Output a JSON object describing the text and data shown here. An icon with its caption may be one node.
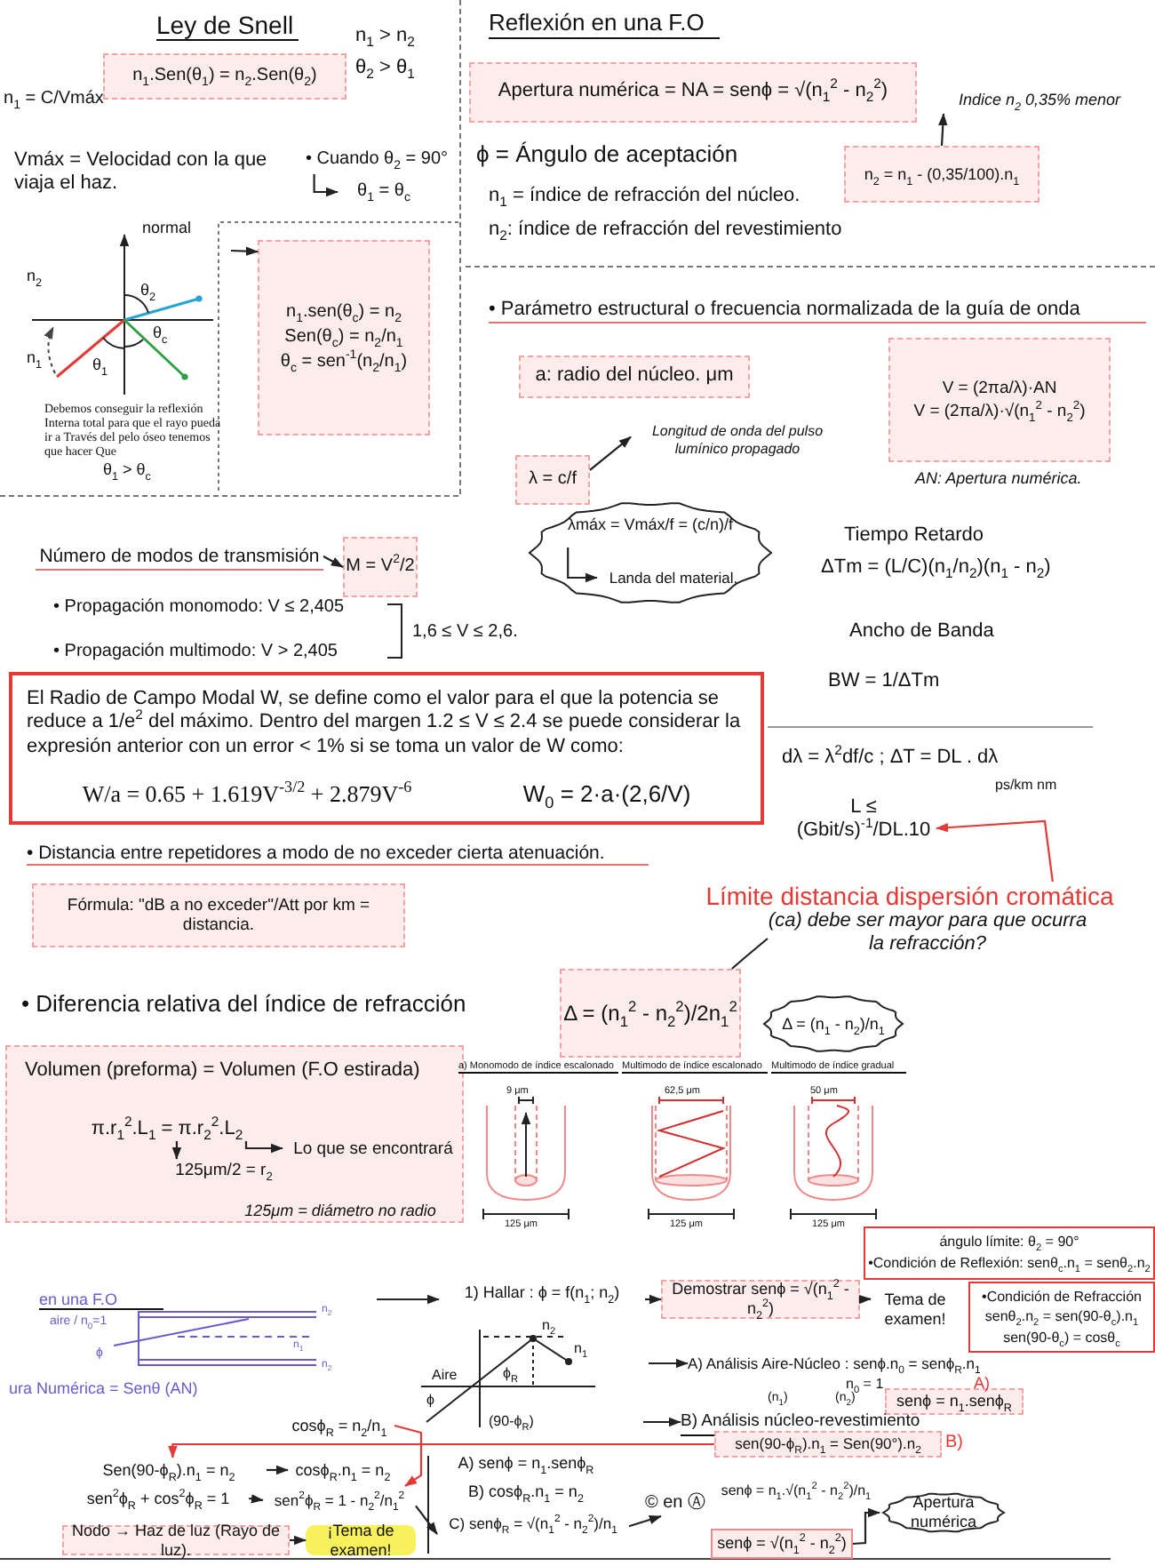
{
  "diagram": {
    "nodes": [
      {
        "text": [
          "n$_{1}$.Sen(θ$_{1}$) = n$_{2}$.Sen(θ$_{2}$)"
        ]
      },
      {
        "text": [
          "n$_{1}$.sen(θ$_{c}$) = n$_{2}$",
          "Sen(θ$_{c}$) = n$_{2}$/n$_{1}$",
          "θ$_{c}$ = sen$^{-1}$(n$_{2}$/n$_{1}$)"
        ]
      },
      {
        "text": [
          "Apertura numérica = NA = senϕ = √(n$_{1}$$^{2}$ - n$_{2}$$^{2}$)"
        ]
      },
      {
        "text": [
          "n$_{2}$ = n$_{1}$ - (0,35/100).n$_{1}$"
        ]
      },
      {
        "text": [
          "Indice n$_{2}$ 0,35% menor"
        ]
      },
      {
        "text": [
          "a: radio del núcleo. μm"
        ]
      },
      {
        "text": [
          "V = (2πa/λ)·AN",
          "V = (2πa/λ)·√(n$_{1}$$^{2}$ - n$_{2}$$^{2}$)"
        ]
      },
      {
        "text": [
          "λ = c/f"
        ]
      },
      {
        "text": [
          "Longitud de onda del pulso lumínico propagado"
        ]
      },
      {
        "text": [],
        "shape": "cloud"
      },
      {
        "text": [
          "λmáx = Vmáx/f = (c/n)/f"
        ],
        "in": 9
      },
      {
        "text": [
          "Landa del material."
        ],
        "in": 9
      },
      {
        "text": [
          "Número de modos de transmisión"
        ]
      },
      {
        "text": [
          "M = V$^{2}$/2"
        ]
      },
      {
        "text": [
          "El Radio de Campo Modal W, se define como el valor para el que la potencia se reduce a 1/e$^{2}$ del máximo. Dentro del margen 1.2 ≤ V ≤ 2.4 se puede considerar la expresión anterior con un error < 1% si se toma un valor de W como:",
          "W/a = 0.65 + 1.619V$^{-3/2}$ + 2.879V$^{-6}$",
          "W$_{0}$ = 2·a·(2,6/V)"
        ]
      },
      {
        "text": [
          "Fórmula: \"dB a no exceder\"/Att por km = distancia."
        ]
      },
      {
        "text": [
          "Δ = (n$_{1}$$^{2}$ - n$_{2}$$^{2}$)/2n$_{1}$$^{2}$"
        ]
      },
      {
        "text": [
          "Δ = (n$_{1}$ - n$_{2}$)/n$_{1}$"
        ]
      },
      {
        "text": [
          "(ca) debe ser mayor para que ocurra la refracción?"
        ]
      },
      {
        "text": [
          "Volumen (preforma) = Volumen (F.O estirada)"
        ]
      },
      {
        "text": [
          "π.r$_{1}$$^{2}$.L$_{1}$ = π.r$_{2}$$^{2}$.L$_{2}$"
        ],
        "in": 19
      },
      {
        "text": [
          "Lo que se encontrará"
        ],
        "in": 19
      },
      {
        "text": [
          "125μm/2 = r$_{2}$"
        ],
        "in": 19
      },
      {
        "text": [
          "125μm = diámetro no radio"
        ],
        "in": 19
      },
      {
        "text": [
          "1) Hallar : ϕ = f(n$_{1}$; n$_{2}$)"
        ]
      },
      {
        "text": [
          "Demostrar senϕ = √(n$_{1}$$^{2}$ - n$_{2}$$^{2}$)"
        ]
      },
      {
        "text": [
          "Tema de examen!"
        ]
      },
      {
        "text": [
          "ángulo límite: θ$_{2}$ = 90°",
          "•Condición de Reflexión: senθ$_{c}$.n$_{1}$ = senθ$_{2}$.n$_{2}$"
        ]
      },
      {
        "text": [
          "•Condición de Refracción",
          "senθ$_{2}$.n$_{2}$ = sen(90-θ$_{c}$).n$_{1}$",
          "sen(90-θ$_{c}$) = cosθ$_{c}$"
        ]
      },
      {
        "text": [
          "A) Análisis Aire-Núcleo : senϕ.n$_{0}$ = senϕ$_{R}$.n$_{1}$"
        ]
      },
      {
        "text": [
          "senϕ = n$_{1}$.senϕ$_{R}$"
        ]
      },
      {
        "text": [
          "B) Análisis núcleo-revestimiento"
        ]
      },
      {
        "text": [
          "sen(90-ϕ$_{R}$).n$_{1}$ = Sen(90°).n$_{2}$"
        ]
      },
      {
        "text": [
          "Sen(90-ϕ$_{R}$).n$_{1}$ = n$_{2}$"
        ]
      },
      {
        "text": [
          "cosϕ$_{R}$.n$_{1}$ = n$_{2}$"
        ]
      },
      {
        "text": [
          "cosϕ$_{R}$ = n$_{2}$/n$_{1}$"
        ]
      },
      {
        "text": [
          "sen$^{2}$ϕ$_{R}$ + cos$^{2}$ϕ$_{R}$ = 1"
        ]
      },
      {
        "text": [
          "sen$^{2}$ϕ$_{R}$ = 1 - n$_{2}$$^{2}$/n$_{1}$$^{2}$"
        ]
      },
      {
        "text": [
          "Nodo → Haz de luz (Rayo de luz)."
        ]
      },
      {
        "text": [
          "¡Tema de examen!"
        ]
      },
      {
        "text": [
          "A) senϕ = n$_{1}$.senϕ$_{R}$"
        ]
      },
      {
        "text": [
          "B) cosϕ$_{R}$.n$_{1}$ = n$_{2}$"
        ]
      },
      {
        "text": [
          "C) senϕ$_{R}$ = √(n$_{1}$$^{2}$ - n$_{2}$$^{2}$)/n$_{1}$"
        ]
      },
      {
        "text": [
          "© en Ⓐ"
        ]
      },
      {
        "text": [
          "senϕ = n$_{1}$.√(n$_{1}$$^{2}$ - n$_{2}$$^{2}$)/n$_{1}$"
        ]
      },
      {
        "text": [
          "senϕ = √(n$_{1}$$^{2}$ - n$_{2}$$^{2}$)"
        ]
      },
      {
        "text": [
          "Apertura numérica"
        ]
      },
      {
        "text": [
          "Límite distancia dispersión cromática"
        ]
      },
      {
        "text": [
          "L ≤ (Gbit/s)$^{-1}$/DL.10"
        ]
      },
      {
        "text": [
          "• Cuando θ$_{2}$ = 90°"
        ]
      },
      {
        "text": [
          "θ$_{1}$ = θ$_{c}$"
        ]
      }
    ],
    "edges": [
      {
        "from": null,
        "to": 1,
        "arrow": "to"
      },
      {
        "from": 3,
        "to": 4,
        "arrow": "to"
      },
      {
        "from": 7,
        "to": 8,
        "arrow": "to"
      },
      {
        "from": 10,
        "to": 11,
        "arrow": "to"
      },
      {
        "from": 12,
        "to": 13,
        "arrow": "to"
      },
      {
        "from": 20,
        "to": 21,
        "arrow": "to"
      },
      {
        "from": 20,
        "to": 22,
        "arrow": "to"
      },
      {
        "from": null,
        "to": 24,
        "arrow": "to"
      },
      {
        "from": 24,
        "to": 25,
        "arrow": "to"
      },
      {
        "from": 25,
        "to": 26,
        "arrow": "to"
      },
      {
        "from": null,
        "to": 29,
        "arrow": "to"
      },
      {
        "from": null,
        "to": 31,
        "arrow": "to"
      },
      {
        "from": 32,
        "to": 33,
        "arrow": "to",
        "color": "#e53935"
      },
      {
        "from": 33,
        "to": 34,
        "arrow": "to"
      },
      {
        "from": 35,
        "to": 37,
        "arrow": "to",
        "color": "#e53935"
      },
      {
        "from": 36,
        "to": 37,
        "arrow": "to"
      },
      {
        "from": 38,
        "to": 39,
        "arrow": "to"
      },
      {
        "from": 37,
        "to": 42,
        "arrow": "to"
      },
      {
        "from": 42,
        "to": 43,
        "arrow": "to"
      },
      {
        "from": 45,
        "to": 46,
        "arrow": "to"
      },
      {
        "from": 47,
        "to": 48,
        "arrow": "to",
        "color": "#e53935"
      },
      {
        "from": 18,
        "to": 16,
        "arrow": "none"
      },
      {
        "from": 49,
        "to": 50,
        "arrow": "to"
      }
    ],
    "labels": [
      "Ley de Snell",
      "n$_{1}$ > n$_{2}$",
      "θ$_{2}$ > θ$_{1}$",
      "n$_{1}$ = C/Vmáx",
      "Vmáx = Velocidad con la que viaja el haz.",
      "normal",
      "n$_{2}$",
      "n$_{1}$",
      "θ$_{2}$",
      "θ$_{c}$",
      "θ$_{1}$",
      "Debemos conseguir la reflexión Interna total para que el rayo pueda ir a Través del pelo óseo tenemos que hacer Que",
      "θ$_{1}$ > θ$_{c}$",
      "Reflexión en una F.O",
      "ϕ = Ángulo de aceptación",
      "n$_{1}$ = índice de refracción del núcleo.",
      "n$_{2}$: índice de refracción del revestimiento",
      "• Parámetro estructural o frecuencia normalizada de la guía de onda",
      "AN: Apertura numérica.",
      "• Propagación monomodo: V ≤ 2,405",
      "• Propagación multimodo: V > 2,405",
      "1,6 ≤ V ≤ 2,6.",
      "Tiempo Retardo",
      "ΔTm = (L/C)(n$_{1}$/n$_{2}$)(n$_{1}$ - n$_{2}$)",
      "Ancho de Banda",
      "BW = 1/ΔTm",
      "dλ = λ$^{2}$df/c ; ΔT = DL . dλ",
      "ps/km nm",
      "• Distancia entre repetidores a modo de no exceder cierta atenuación.",
      "• Diferencia relativa del índice de refracción",
      "a) Monomodo de índice escalonado",
      "Multimodo de índice escalonado",
      "Multimodo de índice gradual",
      "9 μm",
      "62,5 μm",
      "50 μm",
      "125 μm",
      "125 μm",
      "125 μm",
      "en una F.O",
      "aire / n$_{0}$=1",
      "n$_{2}$",
      "n$_{1}$",
      "n$_{2}$",
      "ϕ",
      "ura Numérica = Senθ (AN)",
      "n$_{2}$",
      "Aire",
      "ϕ",
      "ϕ$_{R}$",
      "(90-ϕ$_{R}$)",
      "n$_{0}$ = 1",
      "A)",
      "(n$_{1}$)",
      "(n$_{2}$)",
      "B)",
      "n$_{1}$"
    ]
  }
}
